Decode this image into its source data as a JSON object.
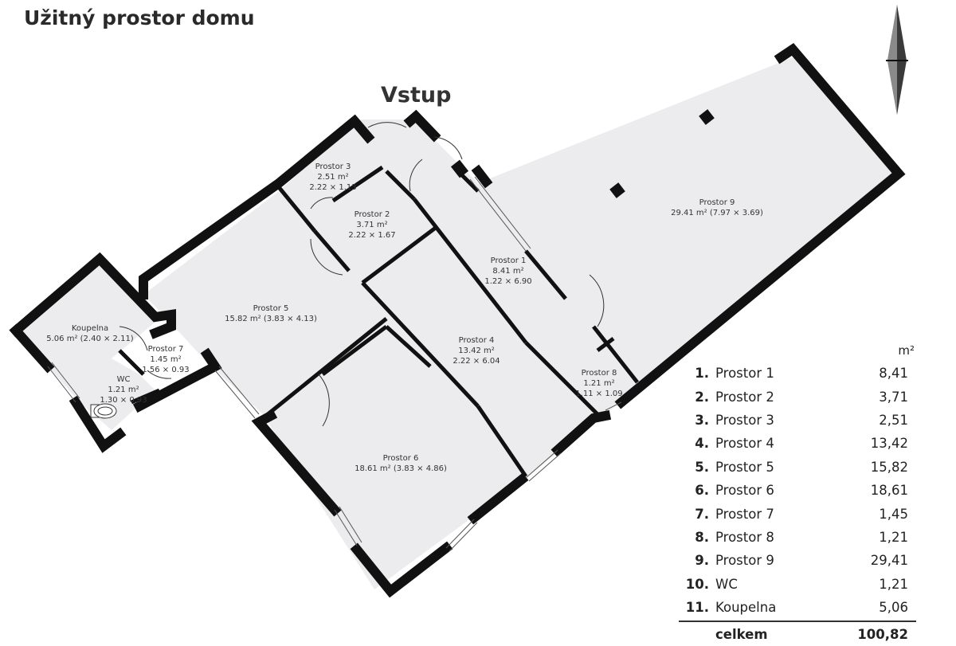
{
  "title": "Užitný prostor domu",
  "entrance_label": "Vstup",
  "rooms": [
    {
      "id": "prostor-3",
      "name": "Prostor 3",
      "area": "2.51 m²",
      "dims": "2.22 × 1.13"
    },
    {
      "id": "prostor-2",
      "name": "Prostor 2",
      "area": "3.71 m²",
      "dims": "2.22 × 1.67"
    },
    {
      "id": "prostor-1",
      "name": "Prostor 1",
      "area": "8.41 m²",
      "dims": "1.22 × 6.90"
    },
    {
      "id": "prostor-9",
      "name": "Prostor 9",
      "area": "29.41 m² (7.97 × 3.69)",
      "dims": ""
    },
    {
      "id": "prostor-5",
      "name": "Prostor 5",
      "area": "15.82 m² (3.83 × 4.13)",
      "dims": ""
    },
    {
      "id": "prostor-4",
      "name": "Prostor 4",
      "area": "13.42 m²",
      "dims": "2.22 × 6.04"
    },
    {
      "id": "koupelna",
      "name": "Koupelna",
      "area": "5.06 m² (2.40 × 2.11)",
      "dims": ""
    },
    {
      "id": "prostor-7",
      "name": "Prostor 7",
      "area": "1.45 m²",
      "dims": "1.56 × 0.93"
    },
    {
      "id": "wc",
      "name": "WC",
      "area": "1.21 m²",
      "dims": "1.30 × 0.93"
    },
    {
      "id": "prostor-8",
      "name": "Prostor 8",
      "area": "1.21 m²",
      "dims": "1.11 × 1.09"
    },
    {
      "id": "prostor-6",
      "name": "Prostor 6",
      "area": "18.61 m² (3.83 × 4.86)",
      "dims": ""
    }
  ],
  "legend": {
    "unit": "m²",
    "rows": [
      {
        "num": "1.",
        "name": "Prostor 1",
        "value": "8,41"
      },
      {
        "num": "2.",
        "name": "Prostor 2",
        "value": "3,71"
      },
      {
        "num": "3.",
        "name": "Prostor 3",
        "value": "2,51"
      },
      {
        "num": "4.",
        "name": "Prostor 4",
        "value": "13,42"
      },
      {
        "num": "5.",
        "name": "Prostor 5",
        "value": "15,82"
      },
      {
        "num": "6.",
        "name": "Prostor 6",
        "value": "18,61"
      },
      {
        "num": "7.",
        "name": "Prostor 7",
        "value": "1,45"
      },
      {
        "num": "8.",
        "name": "Prostor 8",
        "value": "1,21"
      },
      {
        "num": "9.",
        "name": "Prostor 9",
        "value": "29,41"
      },
      {
        "num": "10.",
        "name": "WC",
        "value": "1,21"
      },
      {
        "num": "11.",
        "name": "Koupelna",
        "value": "5,06"
      }
    ],
    "total_label": "celkem",
    "total_value": "100,82"
  },
  "colors": {
    "floor": "#ececee",
    "wall": "#111111",
    "text": "#333333"
  },
  "icons": {
    "compass": "north-arrow-icon",
    "toilet": "toilet-icon"
  }
}
